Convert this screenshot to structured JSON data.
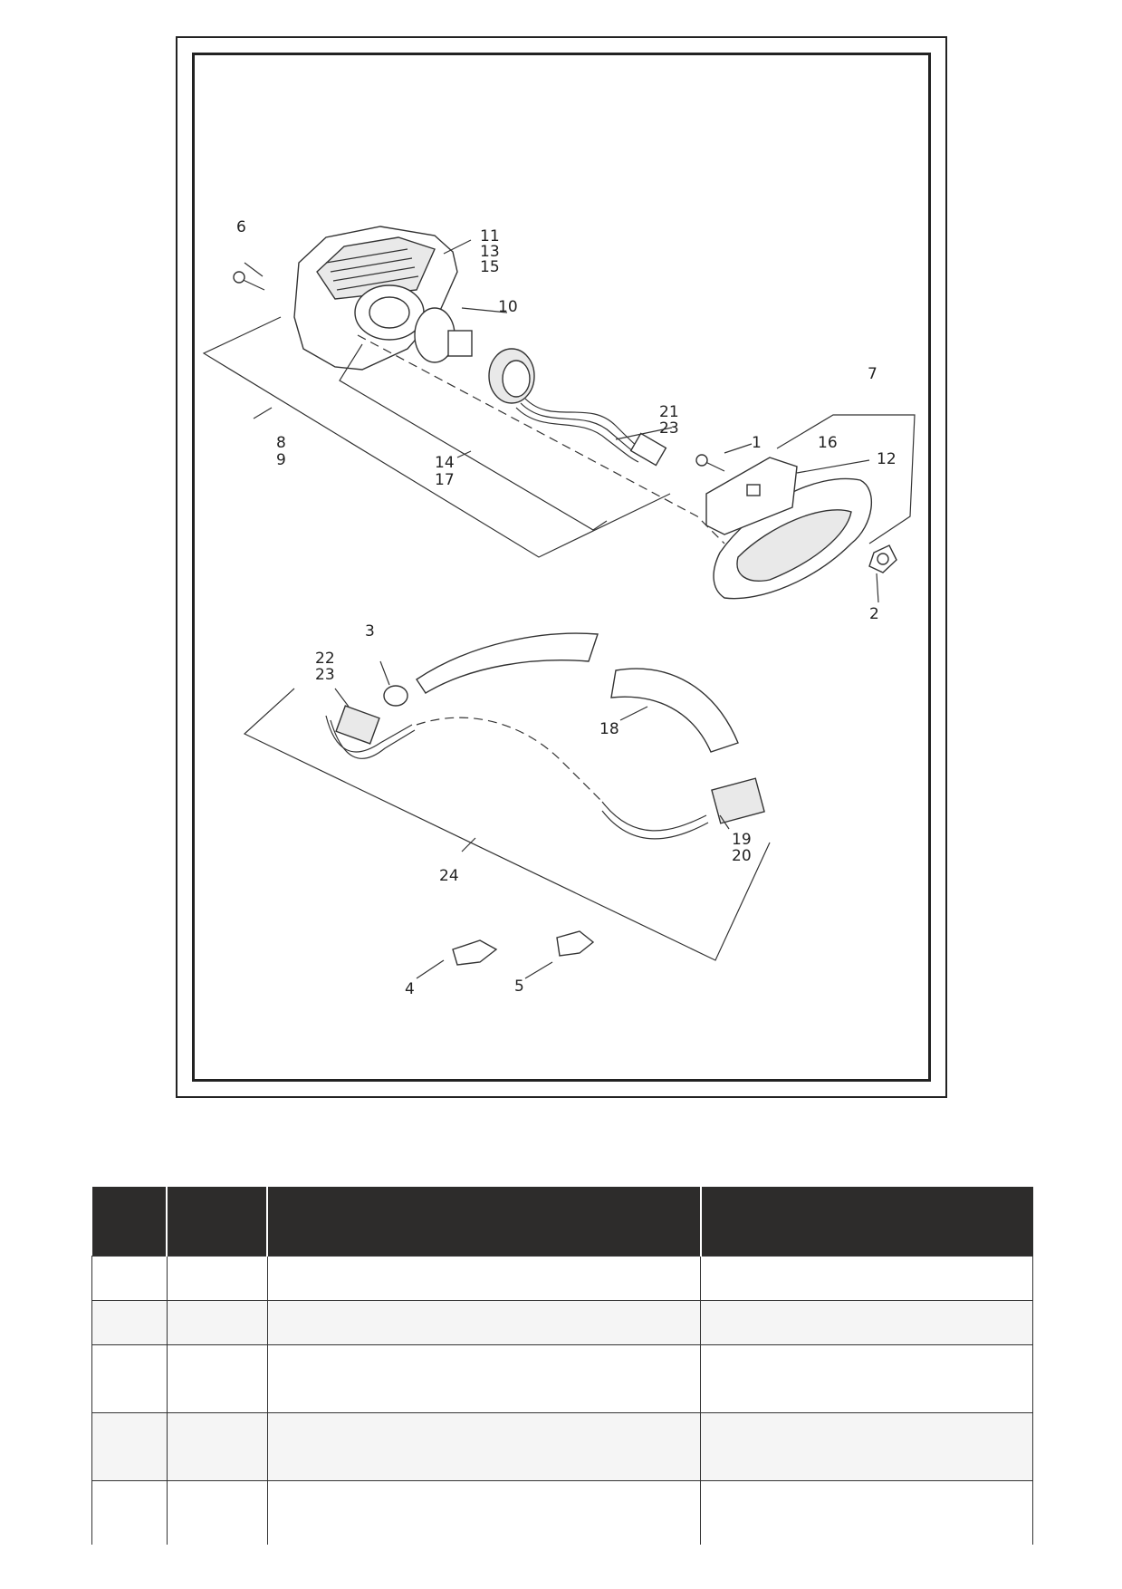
{
  "callouts": {
    "c1": "1",
    "c2": "2",
    "c3": "3",
    "c4": "4",
    "c5": "5",
    "c6": "6",
    "c7": "7",
    "c8": "8",
    "c9": "9",
    "c10": "10",
    "c11": "11",
    "c12": "12",
    "c13": "13",
    "c14": "14",
    "c15": "15",
    "c16": "16",
    "c17": "17",
    "c18": "18",
    "c19": "19",
    "c20": "20",
    "c21": "21",
    "c22": "22",
    "c23a": "23",
    "c23b": "23",
    "c24": "24"
  },
  "table": {
    "headers": [
      "",
      "",
      "",
      ""
    ],
    "rows": [
      [
        "",
        "",
        "",
        ""
      ],
      [
        "",
        "",
        "",
        ""
      ],
      [
        "",
        "",
        "",
        ""
      ],
      [
        "",
        "",
        "",
        ""
      ],
      [
        "",
        "",
        "",
        ""
      ]
    ]
  }
}
